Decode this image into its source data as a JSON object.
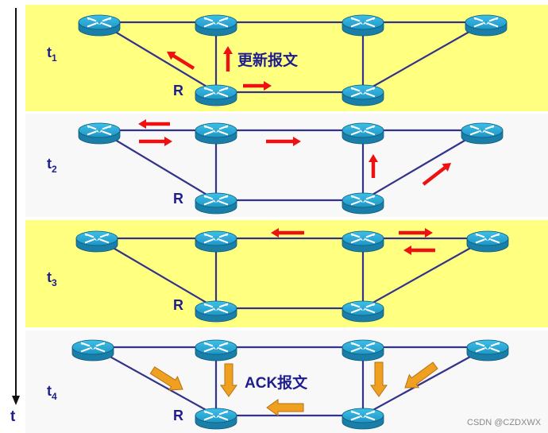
{
  "colors": {
    "highlight_panel": "#ffff80",
    "plain_panel": "#f8f8f8",
    "link": "#33338a",
    "label": "#1d1d8f",
    "red_arrow": "#ee1111",
    "ack_arrow": "#f0a020",
    "router_top": "#2aa6d2",
    "router_side": "#1a7fa8"
  },
  "icons": {
    "router": "router-icon",
    "arrow": "arrow-icon"
  },
  "time_axis": {
    "label": "t"
  },
  "watermark": "CSDN @CZDXWX",
  "panels": [
    {
      "name": "t1",
      "label_main": "t",
      "label_sub": "1",
      "highlight": true,
      "router_label": "R",
      "note": "更新报文",
      "note_color": "label"
    },
    {
      "name": "t2",
      "label_main": "t",
      "label_sub": "2",
      "highlight": false,
      "router_label": "R",
      "note": ""
    },
    {
      "name": "t3",
      "label_main": "t",
      "label_sub": "3",
      "highlight": true,
      "router_label": "R",
      "note": ""
    },
    {
      "name": "t4",
      "label_main": "t",
      "label_sub": "4",
      "highlight": false,
      "router_label": "R",
      "note": "ACK报文",
      "note_color": "label"
    }
  ]
}
